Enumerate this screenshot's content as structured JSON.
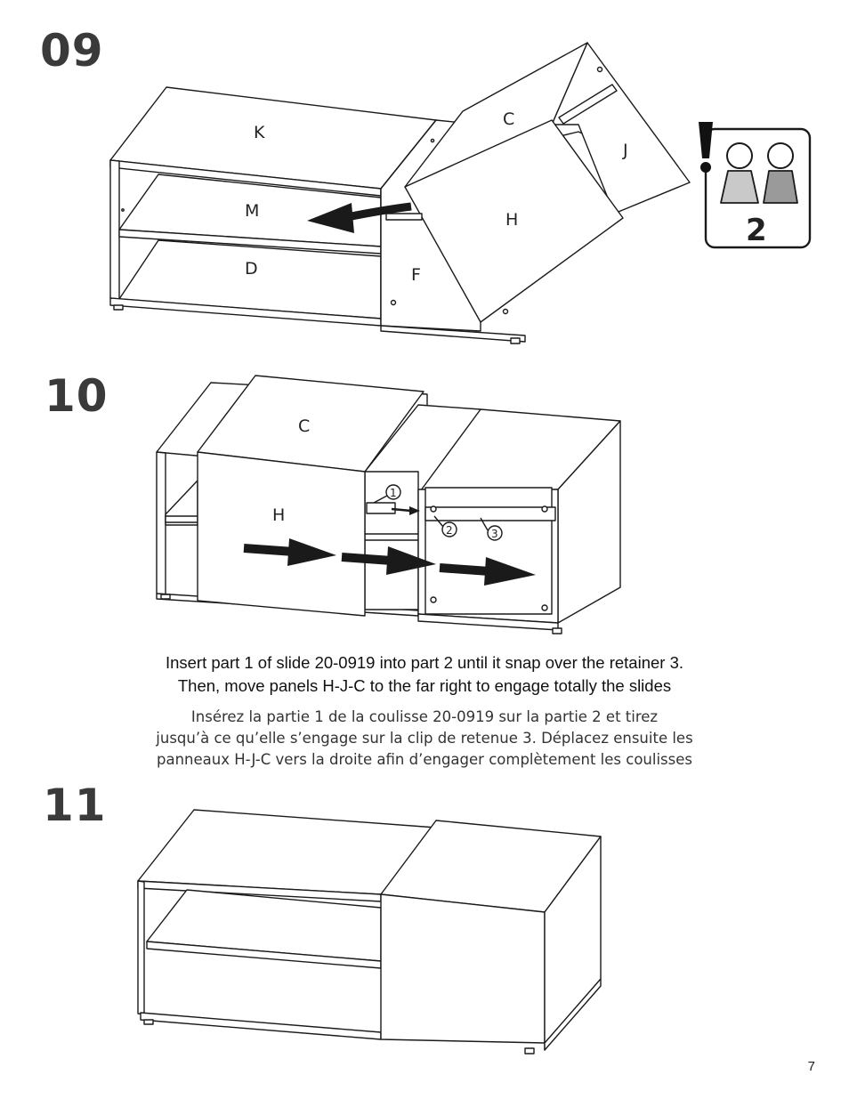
{
  "steps": [
    {
      "number": "09",
      "part_labels": [
        "K",
        "C",
        "J",
        "M",
        "H",
        "D",
        "F"
      ]
    },
    {
      "number": "10",
      "part_labels": [
        "C",
        "H"
      ],
      "callouts": [
        "1",
        "2",
        "3"
      ]
    },
    {
      "number": "11"
    }
  ],
  "people_badge": {
    "count": "2",
    "icon": "two-person-icon",
    "warning_icon": "exclamation-icon"
  },
  "instructions": {
    "en": [
      "Insert part 1 of slide 20-0919 into part 2 until it snap over the retainer 3.",
      "Then, move panels H-J-C to the far right to engage totally the slides"
    ],
    "fr": [
      "Insérez la partie 1 de la coulisse 20-0919 sur la partie 2 et tirez",
      "jusqu’à ce qu’elle s’engage sur la clip de retenue 3.  Déplacez ensuite les",
      "panneaux H-J-C vers la droite afin d’engager complètement les coulisses"
    ]
  },
  "page_number": "7"
}
